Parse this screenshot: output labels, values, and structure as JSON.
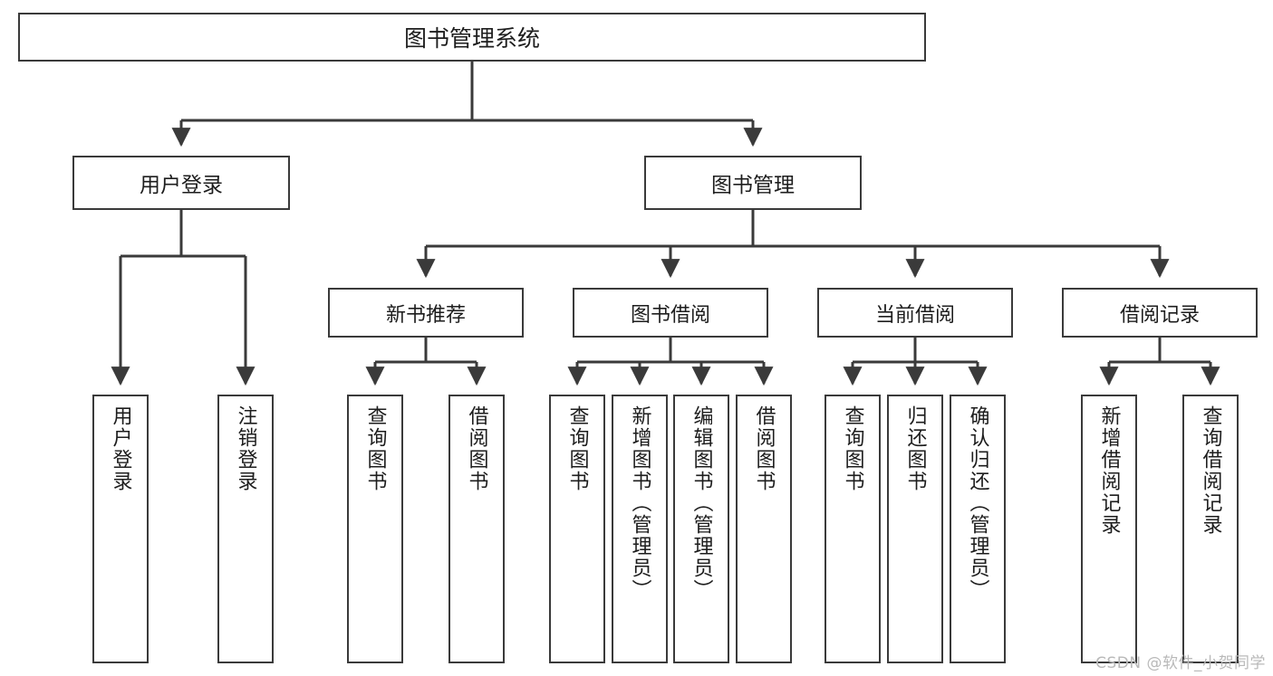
{
  "diagram": {
    "title": "图书管理系统",
    "type": "tree-hierarchy",
    "watermark": "CSDN @软件_小贺同学",
    "colors": {
      "stroke": "#3a3a3a",
      "fill": "#ffffff",
      "text": "#1d1d1d",
      "watermark": "#b9b9b9"
    },
    "levels": {
      "root": {
        "label": "图书管理系统"
      },
      "level2": [
        {
          "label": "用户登录"
        },
        {
          "label": "图书管理"
        }
      ],
      "level3": [
        {
          "label": "新书推荐"
        },
        {
          "label": "图书借阅"
        },
        {
          "label": "当前借阅"
        },
        {
          "label": "借阅记录"
        }
      ],
      "leaves": {
        "user_login": [
          {
            "label": "用户登录"
          },
          {
            "label": "注销登录"
          }
        ],
        "new_book_recommend": [
          {
            "label": "查询图书"
          },
          {
            "label": "借阅图书"
          }
        ],
        "book_borrow": [
          {
            "label": "查询图书"
          },
          {
            "label": "新增图书（管理员）"
          },
          {
            "label": "编辑图书（管理员）"
          },
          {
            "label": "借阅图书"
          }
        ],
        "current_borrow": [
          {
            "label": "查询图书"
          },
          {
            "label": "归还图书"
          },
          {
            "label": "确认归还（管理员）"
          }
        ],
        "borrow_record": [
          {
            "label": "新增借阅记录"
          },
          {
            "label": "查询借阅记录"
          }
        ]
      }
    }
  }
}
